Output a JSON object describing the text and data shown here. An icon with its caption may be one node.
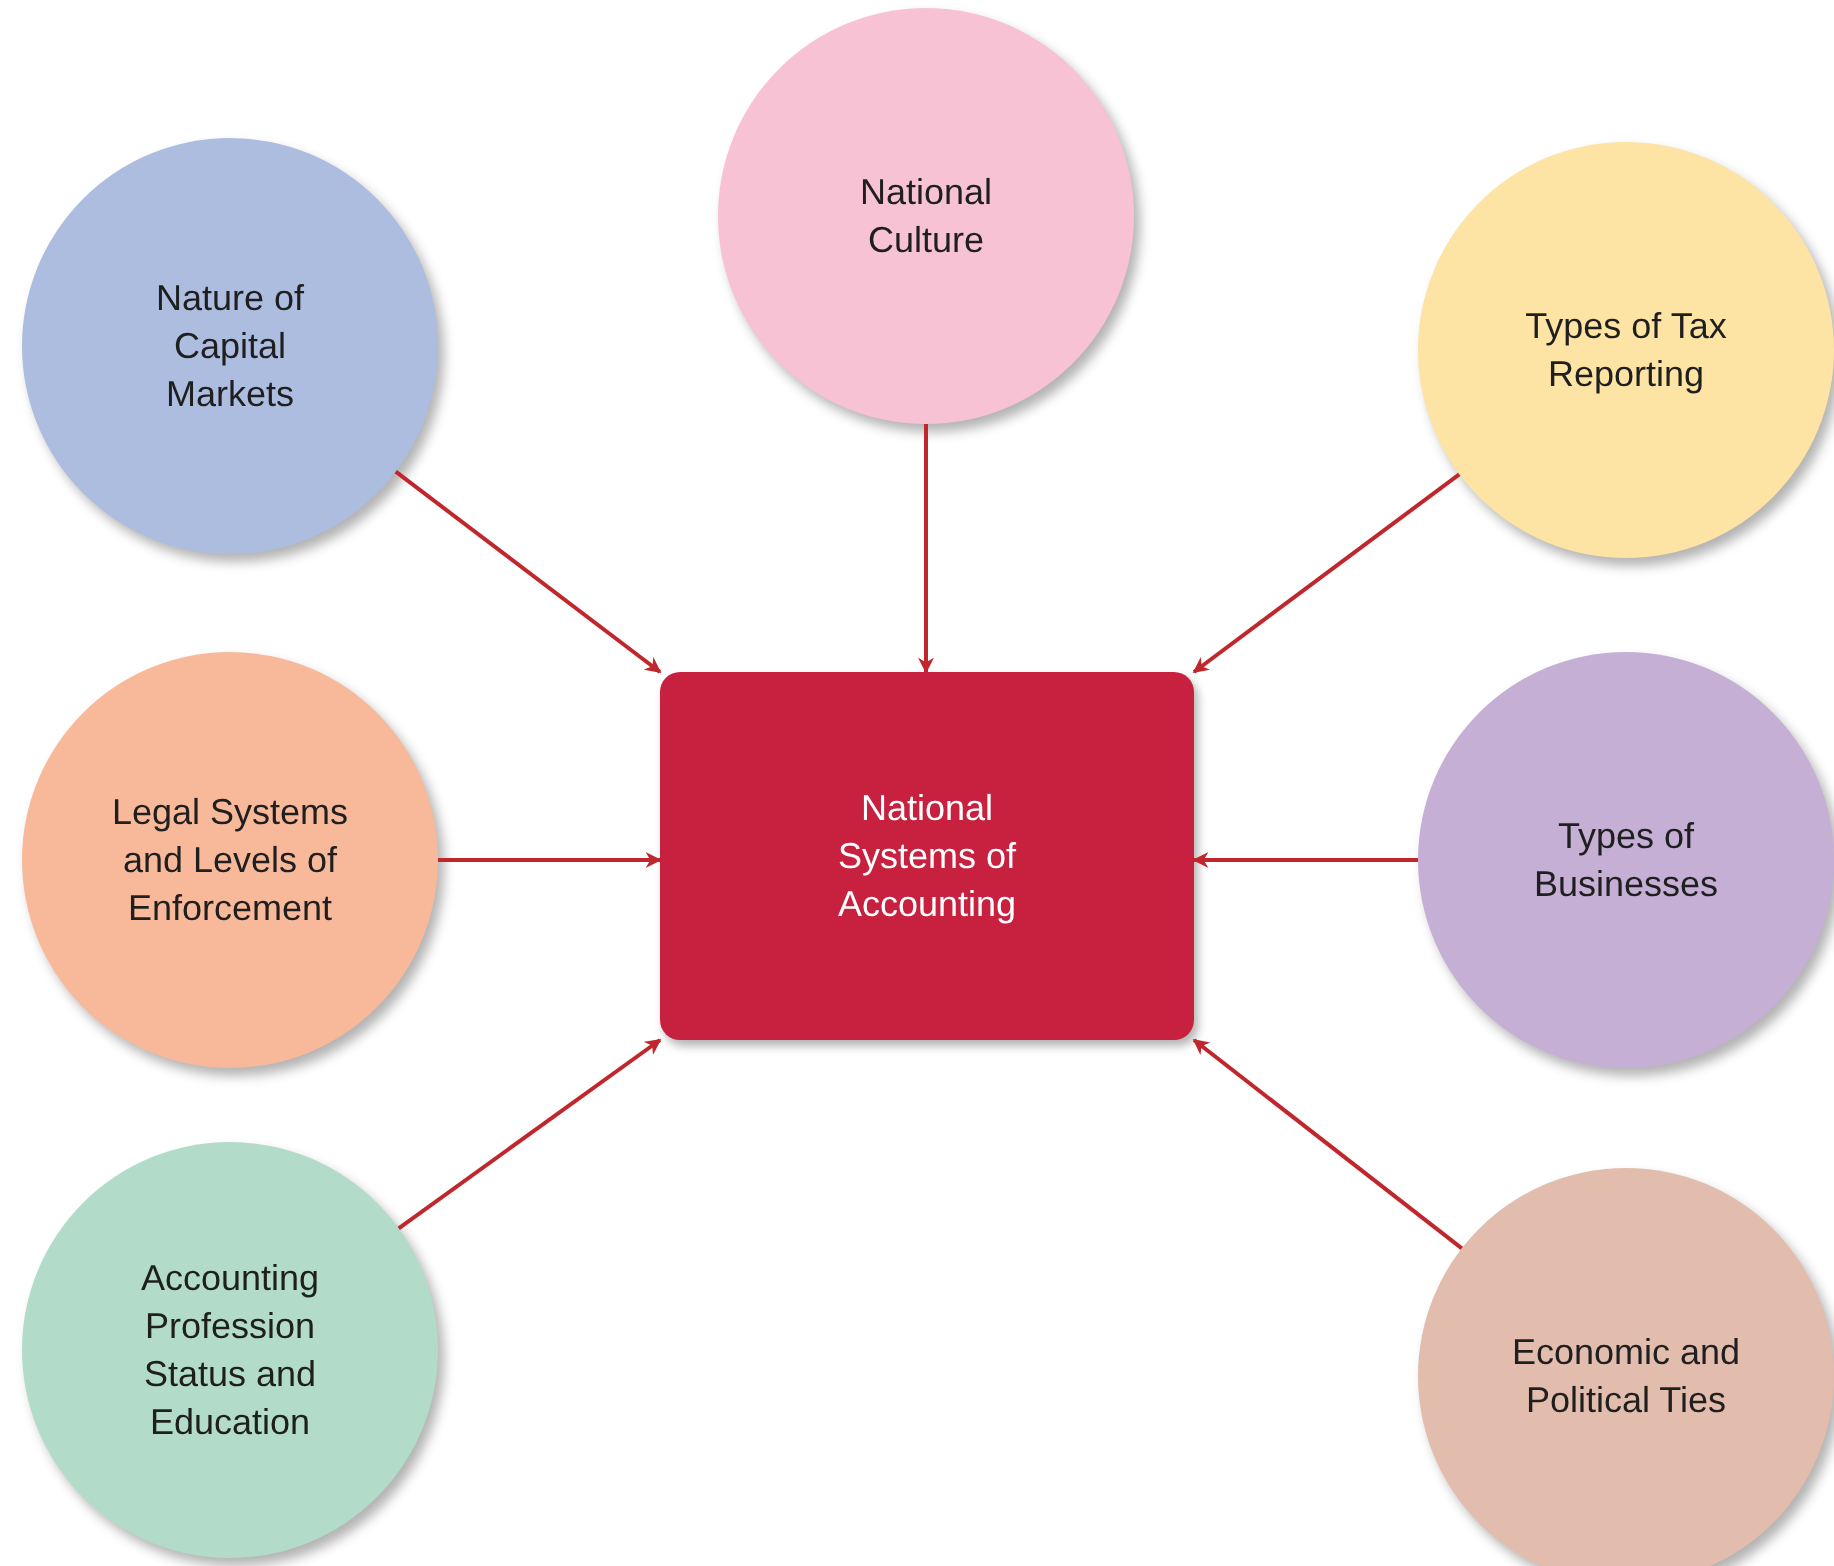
{
  "diagram": {
    "nodes": [
      {
        "text": [
          "Nature of Capital Markets"
        ]
      },
      {
        "text": [
          "National Culture"
        ]
      },
      {
        "text": [
          "Types of Tax Reporting"
        ]
      },
      {
        "text": [
          "Legal Systems and Levels of Enforcement"
        ]
      },
      {
        "text": [
          "National Systems of Accounting"
        ]
      },
      {
        "text": [
          "Types of Businesses"
        ]
      },
      {
        "text": [
          "Accounting Profession Status and Education"
        ]
      },
      {
        "text": [
          "Economic and Political Ties"
        ]
      }
    ],
    "edges": [
      {
        "from": 0,
        "to": 4,
        "arrow": "to"
      },
      {
        "from": 1,
        "to": 4,
        "arrow": "to"
      },
      {
        "from": 2,
        "to": 4,
        "arrow": "to"
      },
      {
        "from": 3,
        "to": 4,
        "arrow": "to"
      },
      {
        "from": 5,
        "to": 4,
        "arrow": "to"
      },
      {
        "from": 6,
        "to": 4,
        "arrow": "to"
      },
      {
        "from": 7,
        "to": 4,
        "arrow": "to"
      }
    ]
  }
}
